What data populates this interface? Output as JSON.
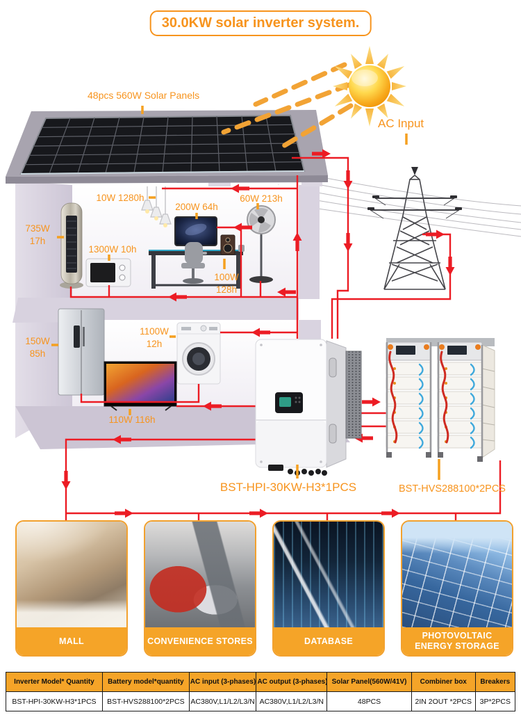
{
  "title": "30.0KW solar inverter system.",
  "labels": {
    "solar_panels": "48pcs 560W Solar Panels",
    "ac_input": "AC Input",
    "inverter_model": "BST-HPI-30KW-H3*1PCS",
    "battery_model": "BST-HVS288100*2PCS"
  },
  "loads": {
    "tower_ac": "735W\n17h",
    "pendant_lamps": "10W 1280h",
    "microwave": "1300W 10h",
    "computer": "200W 64h",
    "fan": "60W 213h",
    "speaker": "100W\n128h",
    "fridge": "150W\n85h",
    "washer": "1100W\n12h",
    "tv": "110W 116h"
  },
  "venues": [
    {
      "label": "MALL"
    },
    {
      "label": "CONVENIENCE STORES"
    },
    {
      "label": "DATABASE"
    },
    {
      "label": "PHOTOVOLTAIC\nENERGY STORAGE"
    }
  ],
  "table": {
    "headers": [
      "Inverter Model* Quantity",
      "Battery model*quantity",
      "AC input (3-phases)",
      "AC output (3-phases)",
      "Solar Panel(560W/41V)",
      "Combiner box",
      "Breakers"
    ],
    "row": [
      "BST-HPI-30KW-H3*1PCS",
      "BST-HVS288100*2PCS",
      "AC380V,L1/L2/L3/N",
      "AC380V,L1/L2/L3/N",
      "48PCS",
      "2IN 2OUT *2PCS",
      "3P*2PCS"
    ]
  },
  "colors": {
    "accent_orange": "#F7941E",
    "flow_red": "#EC1C24",
    "table_header": "#F5A428"
  },
  "icons": {
    "sun": "sun-icon",
    "transmission_tower": "transmission-tower-icon",
    "flow_arrow": "red-arrow-icon"
  }
}
